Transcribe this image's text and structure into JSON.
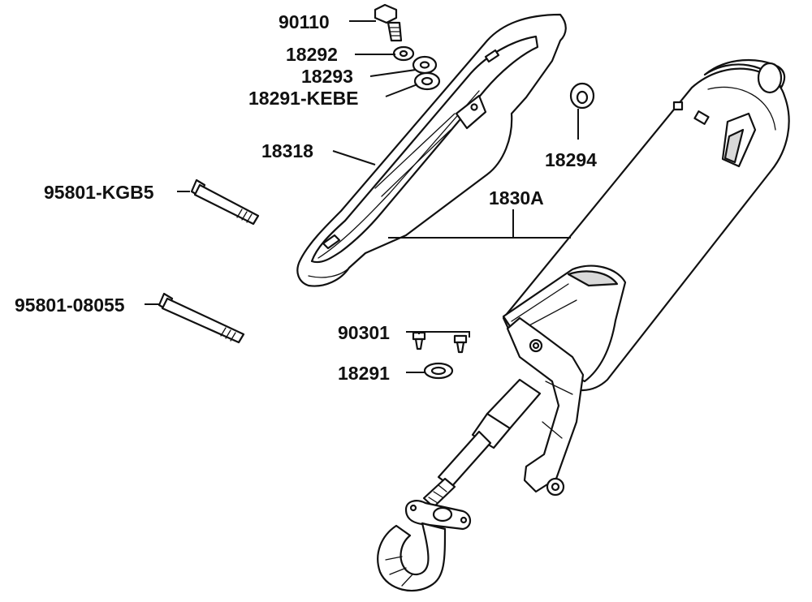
{
  "labels": {
    "p90110": "90110",
    "p18292": "18292",
    "p18293": "18293",
    "p18291kebe": "18291-KEBE",
    "p18318": "18318",
    "p18294": "18294",
    "p1830a": "1830A",
    "p95801kgb5": "95801-KGB5",
    "p9580108055": "95801-08055",
    "p90301": "90301",
    "p18291": "18291"
  },
  "colors": {
    "ink": "#111111",
    "fill": "#ffffff",
    "shade": "#d9d9d9"
  }
}
